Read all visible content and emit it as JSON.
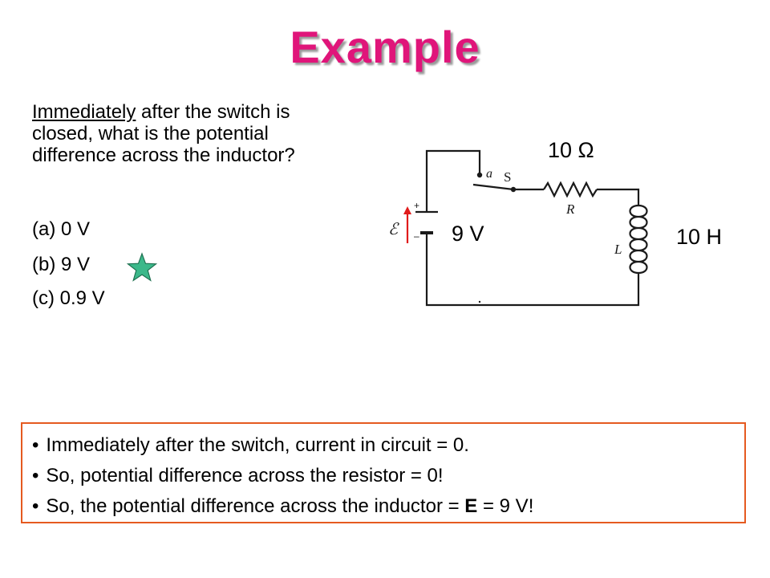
{
  "slide": {
    "title": "Example"
  },
  "question": {
    "emphasis": "Immediately",
    "rest": " after the switch is closed, what is the potential difference across the inductor?"
  },
  "options": [
    {
      "label": "(a) 0 V"
    },
    {
      "label": "(b) 9 V"
    },
    {
      "label": "(c) 0.9 V"
    }
  ],
  "marked_option": "(b) 9 V",
  "circuit": {
    "resistor_value": "10 Ω",
    "battery_value": "9 V",
    "inductor_value": "10 H",
    "labels": {
      "switch_point": "a",
      "switch": "S",
      "resistor": "R",
      "inductor": "L",
      "emf": "ℰ",
      "plus": "+",
      "minus": "–"
    }
  },
  "explanation": {
    "line1": "Immediately after the switch, current in circuit = 0.",
    "line2": "So, potential difference across the resistor = 0!",
    "line3_prefix": "So, the potential difference across the inductor = ",
    "line3_bold": "E",
    "line3_suffix": " = 9 V!"
  },
  "colors": {
    "title": "#e0157a",
    "star": "#3cb88a",
    "emf_arrow": "#e01b1b",
    "box_border": "#e55a20"
  }
}
